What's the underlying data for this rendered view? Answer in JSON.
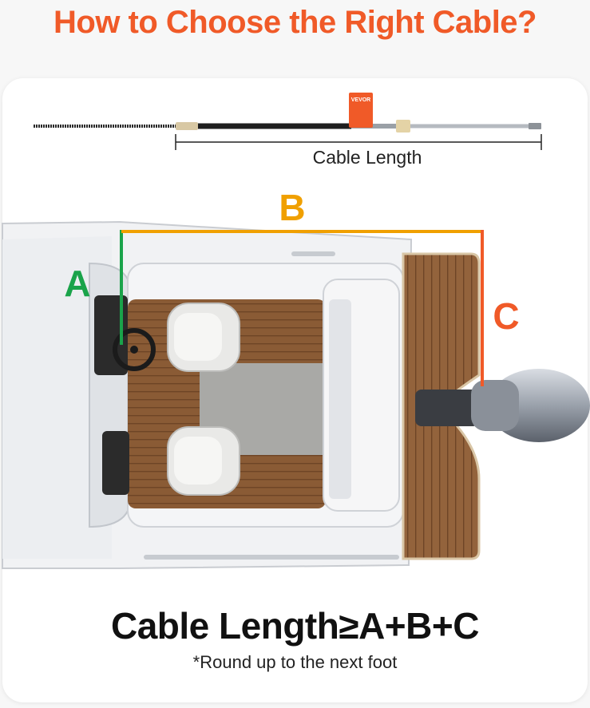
{
  "title": "How to Choose the Right Cable?",
  "cable": {
    "length_label": "Cable Length",
    "brand_tag": "VEVOR"
  },
  "dimensions": {
    "a_label": "A",
    "b_label": "B",
    "c_label": "C"
  },
  "formula": "Cable Length≥A+B+C",
  "note": "*Round up to the next foot",
  "colors": {
    "title": "#f05a28",
    "a_line": "#1aa34a",
    "b_line": "#f0a000",
    "c_line": "#f05a28",
    "deck": "#8a5b35",
    "hull": "#f1f2f4"
  }
}
